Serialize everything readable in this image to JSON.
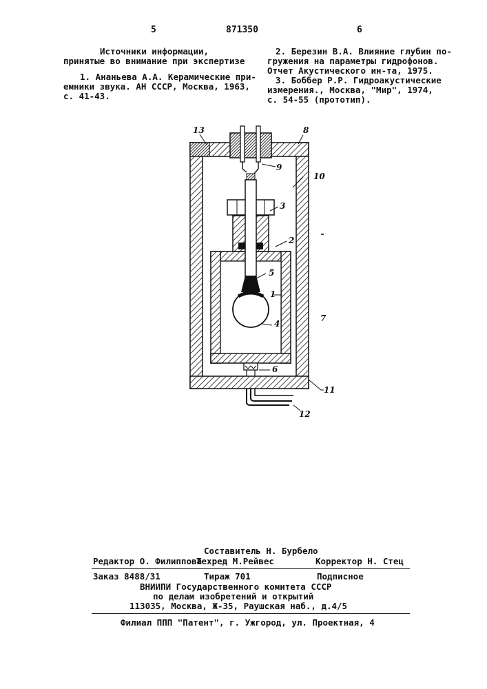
{
  "header": {
    "page_left": "5",
    "patent_number": "871350",
    "page_right": "6"
  },
  "references": {
    "title_line1": "Источники информации,",
    "title_line2": "принятые во внимание при экспертизе",
    "ref1_line1": "1. Ананьева А.А. Керамические при-",
    "ref1_line2": "емники звука. АН СССР, Москва, 1963,",
    "ref1_line3": "с. 41-43.",
    "ref2_line1": "2. Березин В.А. Влияние глубин по-",
    "ref2_line2": "гружения на параметры гидрофонов.",
    "ref2_line3": "Отчет Акустического ин-та, 1975.",
    "ref3_line1": "3. Боббер Р.Р. Гидроакустические",
    "ref3_line2": "измерения., Москва, \"Мир\", 1974,",
    "ref3_line3": "с. 54-55 (прототип)."
  },
  "figure_labels": [
    "13",
    "8",
    "9",
    "10",
    "3",
    "2",
    "5",
    "1",
    "4",
    "7",
    "6",
    "11",
    "12"
  ],
  "colophon": {
    "compiler": "Составитель Н. Бурбело",
    "editor": "Редактор О. Филиппова",
    "techred": "Техред М.Рейвес",
    "corrector": "Корректор Н. Стец",
    "order": "Заказ 8488/31",
    "circulation": "Тираж 701",
    "subscription": "Подписное",
    "org_line1": "ВНИИПИ Государственного комитета СССР",
    "org_line2": "по делам изобретений и открытий",
    "org_line3": "113035, Москва, Ж-35, Раушская наб., д.4/5",
    "branch": "Филиал ППП \"Патент\", г. Ужгород, ул. Проектная, 4"
  }
}
